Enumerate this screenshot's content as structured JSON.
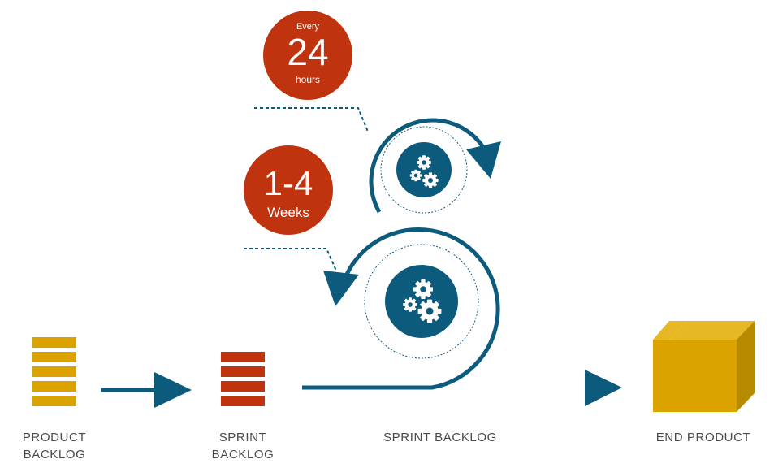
{
  "badges": {
    "daily": {
      "prefix": "Every",
      "value": "24",
      "suffix": "hours"
    },
    "sprint": {
      "value": "1-4",
      "suffix": "Weeks"
    }
  },
  "labels": {
    "product_backlog": [
      "PRODUCT",
      "BACKLOG"
    ],
    "sprint_backlog_stack": [
      "SPRINT",
      "BACKLOG"
    ],
    "sprint_backlog_flow": "SPRINT BACKLOG",
    "end_product": "END PRODUCT"
  },
  "icons": {
    "daily_cycle": "gears-icon",
    "sprint_cycle": "gears-icon",
    "end_product": "box-icon"
  },
  "colors": {
    "teal": "#0d5b7c",
    "red": "#c0330f",
    "gold": "#dba300",
    "text": "#4a4a4a"
  }
}
